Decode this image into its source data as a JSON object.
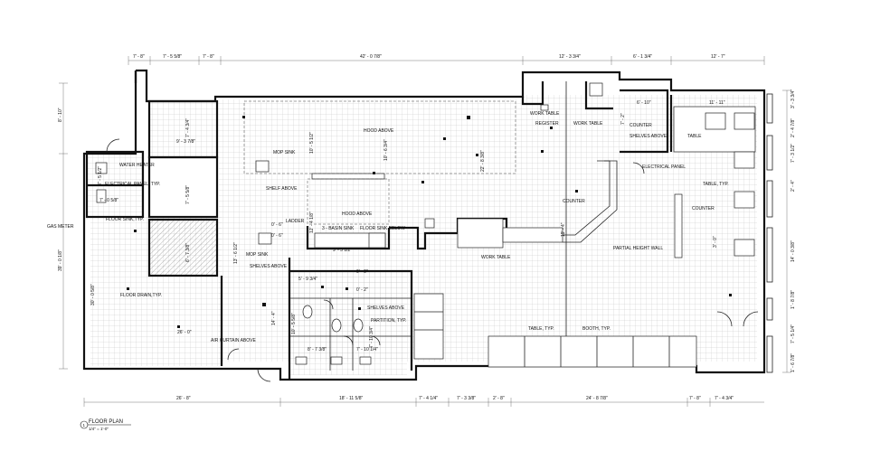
{
  "title": {
    "number": "1",
    "name": "FLOOR PLAN",
    "scale": "1/4\" = 1'-0\""
  },
  "dims_top": [
    "7' - 8\"",
    "7' - 5 5/8\"",
    "7' - 8\"",
    "42' - 0 7/8\"",
    "12' - 3 3/4\"",
    "6' - 1 3/4\"",
    "12' - 7\""
  ],
  "dims_bottom": [
    "26' - 8\"",
    "18' - 11 5/8\"",
    "7' - 4 1/4\"",
    "7' - 3 3/8\"",
    "2' - 8\"",
    "24' - 8 7/8\"",
    "7' - 8\"",
    "7' - 4 3/4\""
  ],
  "dims_left": [
    "8' - 10\"",
    "39' - 0 1/8\""
  ],
  "dims_right": [
    "3' - 3 3/4\"",
    "2' - 4 7/8\"",
    "7' - 3 1/2\"",
    "2' - 4\"",
    "14' - 0 3/8\"",
    "1' - 8 7/8\"",
    "7' - 5 1/4\"",
    "1' - 6 7/8\""
  ],
  "dims_interior": [
    "7' - 4 3/4\"",
    "9' - 3 7/8\"",
    "7' - 5 5/8\"",
    "7' - 5 1/2\"",
    "7' - 0 5/8\"",
    "6' - 7 3/8\"",
    "30' - 0 5/8\"",
    "26' - 0\"",
    "10' - 5 1/2\"",
    "10' - 6 3/4\"",
    "12' - 4 1/8\"",
    "13' - 6 1/2\"",
    "0' - 6\"",
    "0' - 6\"",
    "9' - 5 1/2\"",
    "6' - 10\"",
    "11' - 11\"",
    "5' - 9 3/4\"",
    "0' - 0\"",
    "0' - 2\"",
    "14' - 4\"",
    "10' - 5 5/8\"",
    "8' - 7 3/8\"",
    "7' - 10 1/4\"",
    "7' - 10 3/4\"",
    "22' - 8 3/8\"",
    "19' - 4\"",
    "3' - 0\"",
    "7' - 2\""
  ],
  "labels": {
    "water_heater": "WATER HEATER",
    "electrical_panel_typ": "ELECTRICAL PANEL, TYP.",
    "floor_sink_typ": "FLOOR SINK,TYP.",
    "gas_meter": "GAS METER",
    "floor_drain_typ": "FLOOR DRAIN,TYP.",
    "air_curtain_above": "AIR CURTAIN ABOVE",
    "mop_sink_1": "MOP SINK",
    "shelf_above": "SHELF ABOVE",
    "hood_above_1": "HOOD ABOVE",
    "hood_above_2": "HOOD ABOVE",
    "ladder": "LADDER",
    "three_basin_sink": "3 - BASIN SINK",
    "floor_sink_below": "FLOOR SINK BELOW",
    "mop_sink_2": "MOP SINK",
    "shelves_above_1": "SHELVES ABOVE",
    "shelves_above_2": "SHELVES ABOVE",
    "partition_typ": "PARTITION, TYP.",
    "work_table_1": "WORK TABLE",
    "work_table_2": "WORK TABLE",
    "work_table_3": "WORK TABLE",
    "register": "REGISTER",
    "counter_1": "COUNTER",
    "counter_2": "COUNTER",
    "counter_3": "COUNTER",
    "shelves_above_3": "SHELVES ABOVE",
    "electrical_panel": "ELECTRICAL PANEL",
    "table": "TABLE",
    "table_typ_1": "TABLE, TYP.",
    "table_typ_2": "TABLE, TYP.",
    "booth_typ": "BOOTH, TYP.",
    "partial_height_wall": "PARTIAL HEIGHT WALL"
  }
}
